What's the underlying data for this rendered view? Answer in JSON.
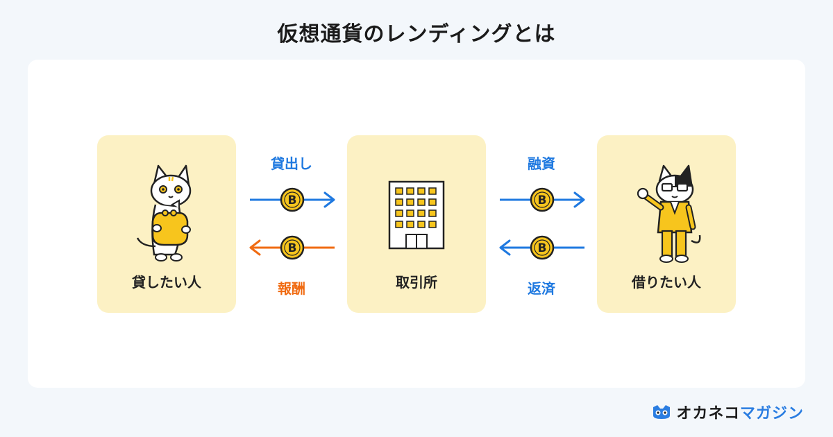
{
  "title": "仮想通貨のレンディングとは",
  "nodes": {
    "lender": "貸したい人",
    "exchange": "取引所",
    "borrower": "借りたい人"
  },
  "flows": {
    "lend_out": "貸出し",
    "reward": "報酬",
    "financing": "融資",
    "repayment": "返済"
  },
  "coin_symbol": "B",
  "brand": {
    "part1": "オカネコ",
    "part2": "マガジン"
  },
  "colors": {
    "blue": "#1f79e0",
    "orange": "#f06b12",
    "coin": "#f7c51d",
    "box": "#fcf1c4"
  }
}
